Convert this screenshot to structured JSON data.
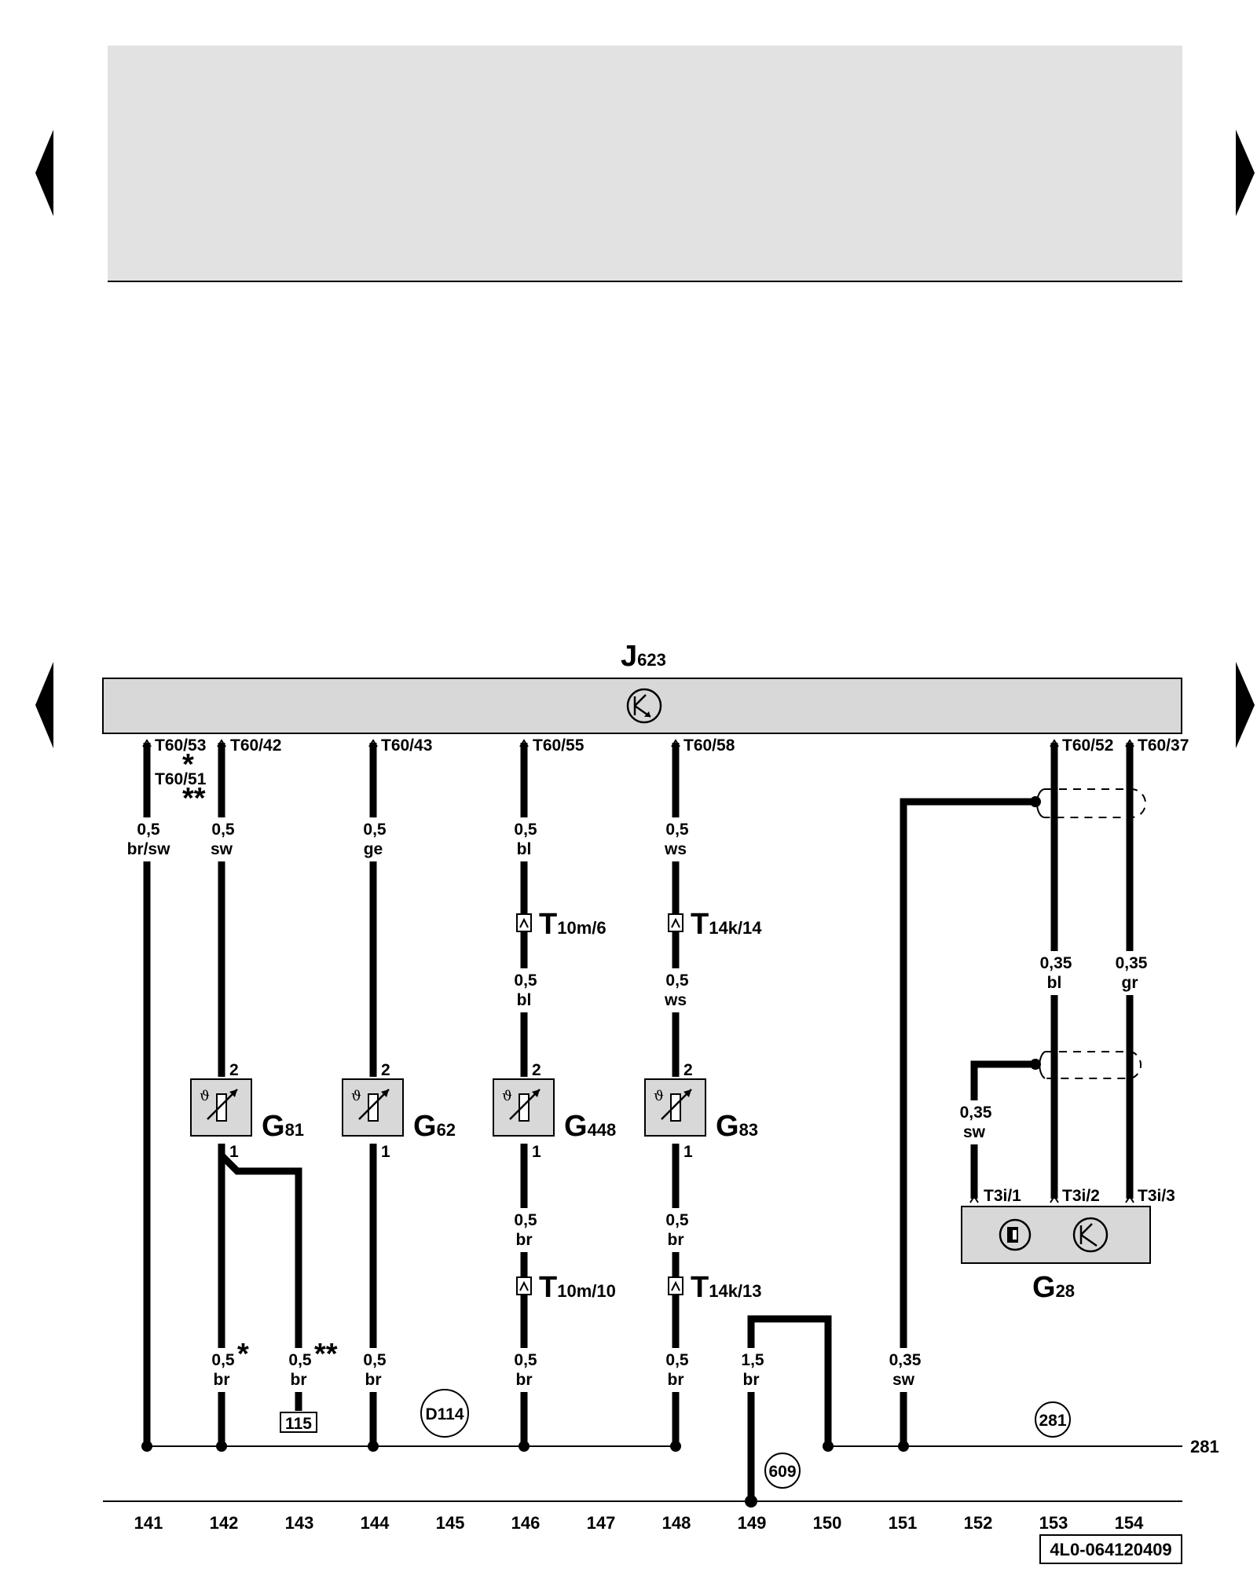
{
  "control_unit": {
    "letter": "J",
    "sub": "623"
  },
  "connectors_top": {
    "t1": "T60/53",
    "t2": "T60/42",
    "t2_alt": "T60/51",
    "star1": "*",
    "star2": "**",
    "t3": "T60/43",
    "t4": "T60/55",
    "t5": "T60/58",
    "t6": "T60/52",
    "t7": "T60/37"
  },
  "wires": {
    "w141": {
      "size": "0,5",
      "color": "br/sw"
    },
    "w142": {
      "size": "0,5",
      "color": "sw"
    },
    "w144": {
      "size": "0,5",
      "color": "ge"
    },
    "w146": {
      "size": "0,5",
      "color": "bl"
    },
    "w148": {
      "size": "0,5",
      "color": "ws"
    },
    "w146b": {
      "size": "0,5",
      "color": "bl"
    },
    "w148b": {
      "size": "0,5",
      "color": "ws"
    },
    "w153": {
      "size": "0,35",
      "color": "bl"
    },
    "w154": {
      "size": "0,35",
      "color": "gr"
    },
    "wg28": {
      "size": "0,35",
      "color": "sw"
    },
    "w146c": {
      "size": "0,5",
      "color": "br"
    },
    "w148c": {
      "size": "0,5",
      "color": "br"
    },
    "w142d": {
      "size": "0,5",
      "star": "*",
      "color": "br"
    },
    "w143d": {
      "size": "0,5",
      "star": "**",
      "color": "br"
    },
    "w144d": {
      "size": "0,5",
      "color": "br"
    },
    "w146d": {
      "size": "0,5",
      "color": "br"
    },
    "w148d": {
      "size": "0,5",
      "color": "br"
    },
    "w149d": {
      "size": "1,5",
      "color": "br"
    },
    "w151d": {
      "size": "0,35",
      "color": "sw"
    }
  },
  "inline_connectors": {
    "c1": {
      "letter": "T",
      "sub": "10m/6"
    },
    "c2": {
      "letter": "T",
      "sub": "14k/14"
    },
    "c3": {
      "letter": "T",
      "sub": "10m/10"
    },
    "c4": {
      "letter": "T",
      "sub": "14k/13"
    }
  },
  "sensors": [
    {
      "letter": "G",
      "sub": "81",
      "pin_top": "2",
      "pin_bottom": "1"
    },
    {
      "letter": "G",
      "sub": "62",
      "pin_top": "2",
      "pin_bottom": "1"
    },
    {
      "letter": "G",
      "sub": "448",
      "pin_top": "2",
      "pin_bottom": "1"
    },
    {
      "letter": "G",
      "sub": "83",
      "pin_top": "2",
      "pin_bottom": "1"
    }
  ],
  "g28": {
    "letter": "G",
    "sub": "28",
    "pins": [
      "T3i/1",
      "T3i/2",
      "T3i/3"
    ]
  },
  "refs": {
    "box115": "115",
    "d114": "D114",
    "c281": "281",
    "c609": "609",
    "right_281": "281"
  },
  "track_numbers": [
    "141",
    "142",
    "143",
    "144",
    "145",
    "146",
    "147",
    "148",
    "149",
    "150",
    "151",
    "152",
    "153",
    "154"
  ],
  "doc_code": "4L0-064120409"
}
